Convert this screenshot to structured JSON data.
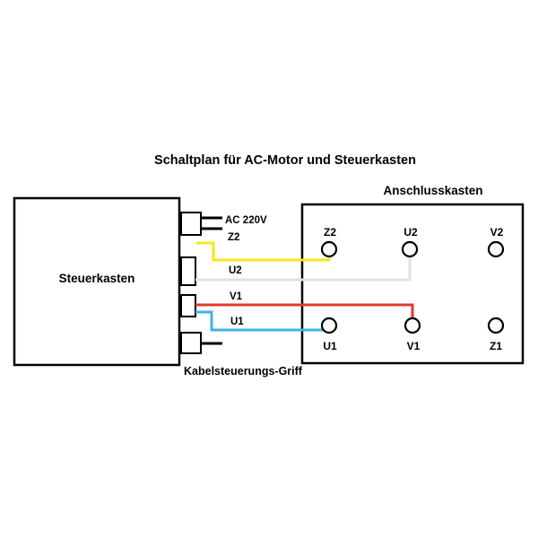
{
  "title": "Schaltplan für AC-Motor und Steuerkasten",
  "boxes": {
    "steuerkasten": "Steuerkasten",
    "anschlusskasten": "Anschlusskasten"
  },
  "labels": {
    "ac_power": "AC 220V",
    "cable_grip": "Kabelsteuerungs-Griff"
  },
  "wires": [
    {
      "label": "Z2",
      "color": "#f6e71d"
    },
    {
      "label": "U2",
      "color": "#e2e2e2"
    },
    {
      "label": "V1",
      "color": "#e6382d"
    },
    {
      "label": "U1",
      "color": "#41b3e6"
    }
  ],
  "terminals": {
    "top": [
      "Z2",
      "U2",
      "V2"
    ],
    "bottom": [
      "U1",
      "V1",
      "Z1"
    ]
  },
  "colors": {
    "line": "#000000"
  }
}
